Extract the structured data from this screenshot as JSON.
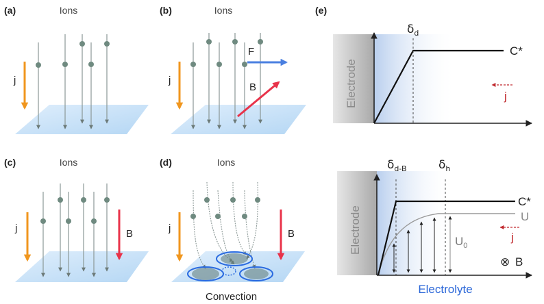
{
  "panels": {
    "a": {
      "label": "(a)",
      "ions": "Ions",
      "j": "j"
    },
    "b": {
      "label": "(b)",
      "ions": "Ions",
      "j": "j",
      "F": "F",
      "B": "B"
    },
    "c": {
      "label": "(c)",
      "ions": "Ions",
      "j": "j",
      "B": "B"
    },
    "d": {
      "label": "(d)",
      "ions": "Ions",
      "j": "j",
      "B": "B",
      "convection": "Convection"
    },
    "e": {
      "label": "(e)",
      "top": {
        "electrode": "Electrode",
        "delta": "δ",
        "delta_sub": "d",
        "conc": "C*",
        "j": "j"
      },
      "bottom": {
        "electrode": "Electrode",
        "delta1": "δ",
        "delta1_sub": "d-B",
        "delta2": "δ",
        "delta2_sub": "h",
        "conc": "C*",
        "U": "U",
        "U0": "U",
        "U0_sub": "0",
        "j": "j",
        "B_symbol": "⊗",
        "B": "B",
        "electrolyte": "Electrolyte"
      }
    }
  },
  "colors": {
    "current": "#f0961e",
    "field": "#e8334a",
    "force": "#4a7fe0",
    "electrolyte": "#2a66d8",
    "j_red": "#c0282d"
  }
}
